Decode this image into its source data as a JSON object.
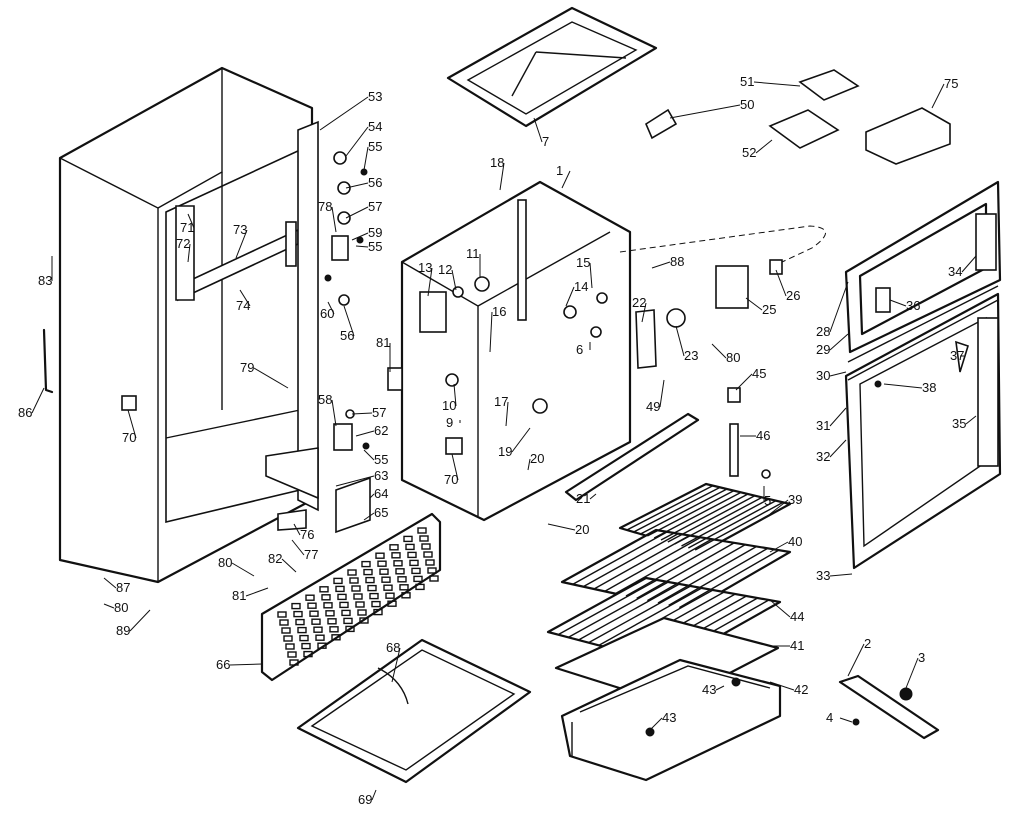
{
  "callouts": [
    {
      "text": "53"
    },
    {
      "text": "54"
    },
    {
      "text": "55"
    },
    {
      "text": "56"
    },
    {
      "text": "78"
    },
    {
      "text": "57"
    },
    {
      "text": "59"
    },
    {
      "text": "55"
    },
    {
      "text": "71"
    },
    {
      "text": "72"
    },
    {
      "text": "73"
    },
    {
      "text": "74"
    },
    {
      "text": "60"
    },
    {
      "text": "56"
    },
    {
      "text": "83"
    },
    {
      "text": "86"
    },
    {
      "text": "70"
    },
    {
      "text": "79"
    },
    {
      "text": "58"
    },
    {
      "text": "57"
    },
    {
      "text": "62"
    },
    {
      "text": "55"
    },
    {
      "text": "63"
    },
    {
      "text": "64"
    },
    {
      "text": "65"
    },
    {
      "text": "76"
    },
    {
      "text": "77"
    },
    {
      "text": "82"
    },
    {
      "text": "80"
    },
    {
      "text": "81"
    },
    {
      "text": "87"
    },
    {
      "text": "80"
    },
    {
      "text": "89"
    },
    {
      "text": "66"
    },
    {
      "text": "68"
    },
    {
      "text": "69"
    },
    {
      "text": "7"
    },
    {
      "text": "18"
    },
    {
      "text": "1"
    },
    {
      "text": "11"
    },
    {
      "text": "13"
    },
    {
      "text": "12"
    },
    {
      "text": "15"
    },
    {
      "text": "14"
    },
    {
      "text": "16"
    },
    {
      "text": "6"
    },
    {
      "text": "81"
    },
    {
      "text": "10"
    },
    {
      "text": "9"
    },
    {
      "text": "17"
    },
    {
      "text": "19"
    },
    {
      "text": "20"
    },
    {
      "text": "70"
    },
    {
      "text": "21"
    },
    {
      "text": "20"
    },
    {
      "text": "22"
    },
    {
      "text": "49"
    },
    {
      "text": "88"
    },
    {
      "text": "23"
    },
    {
      "text": "80"
    },
    {
      "text": "25"
    },
    {
      "text": "26"
    },
    {
      "text": "51"
    },
    {
      "text": "50"
    },
    {
      "text": "52"
    },
    {
      "text": "75"
    },
    {
      "text": "45"
    },
    {
      "text": "46"
    },
    {
      "text": "5"
    },
    {
      "text": "39"
    },
    {
      "text": "40"
    },
    {
      "text": "44"
    },
    {
      "text": "41"
    },
    {
      "text": "42"
    },
    {
      "text": "43"
    },
    {
      "text": "43"
    },
    {
      "text": "2"
    },
    {
      "text": "3"
    },
    {
      "text": "4"
    },
    {
      "text": "34"
    },
    {
      "text": "36"
    },
    {
      "text": "28"
    },
    {
      "text": "29"
    },
    {
      "text": "30"
    },
    {
      "text": "37"
    },
    {
      "text": "38"
    },
    {
      "text": "31"
    },
    {
      "text": "35"
    },
    {
      "text": "32"
    },
    {
      "text": "33"
    }
  ]
}
